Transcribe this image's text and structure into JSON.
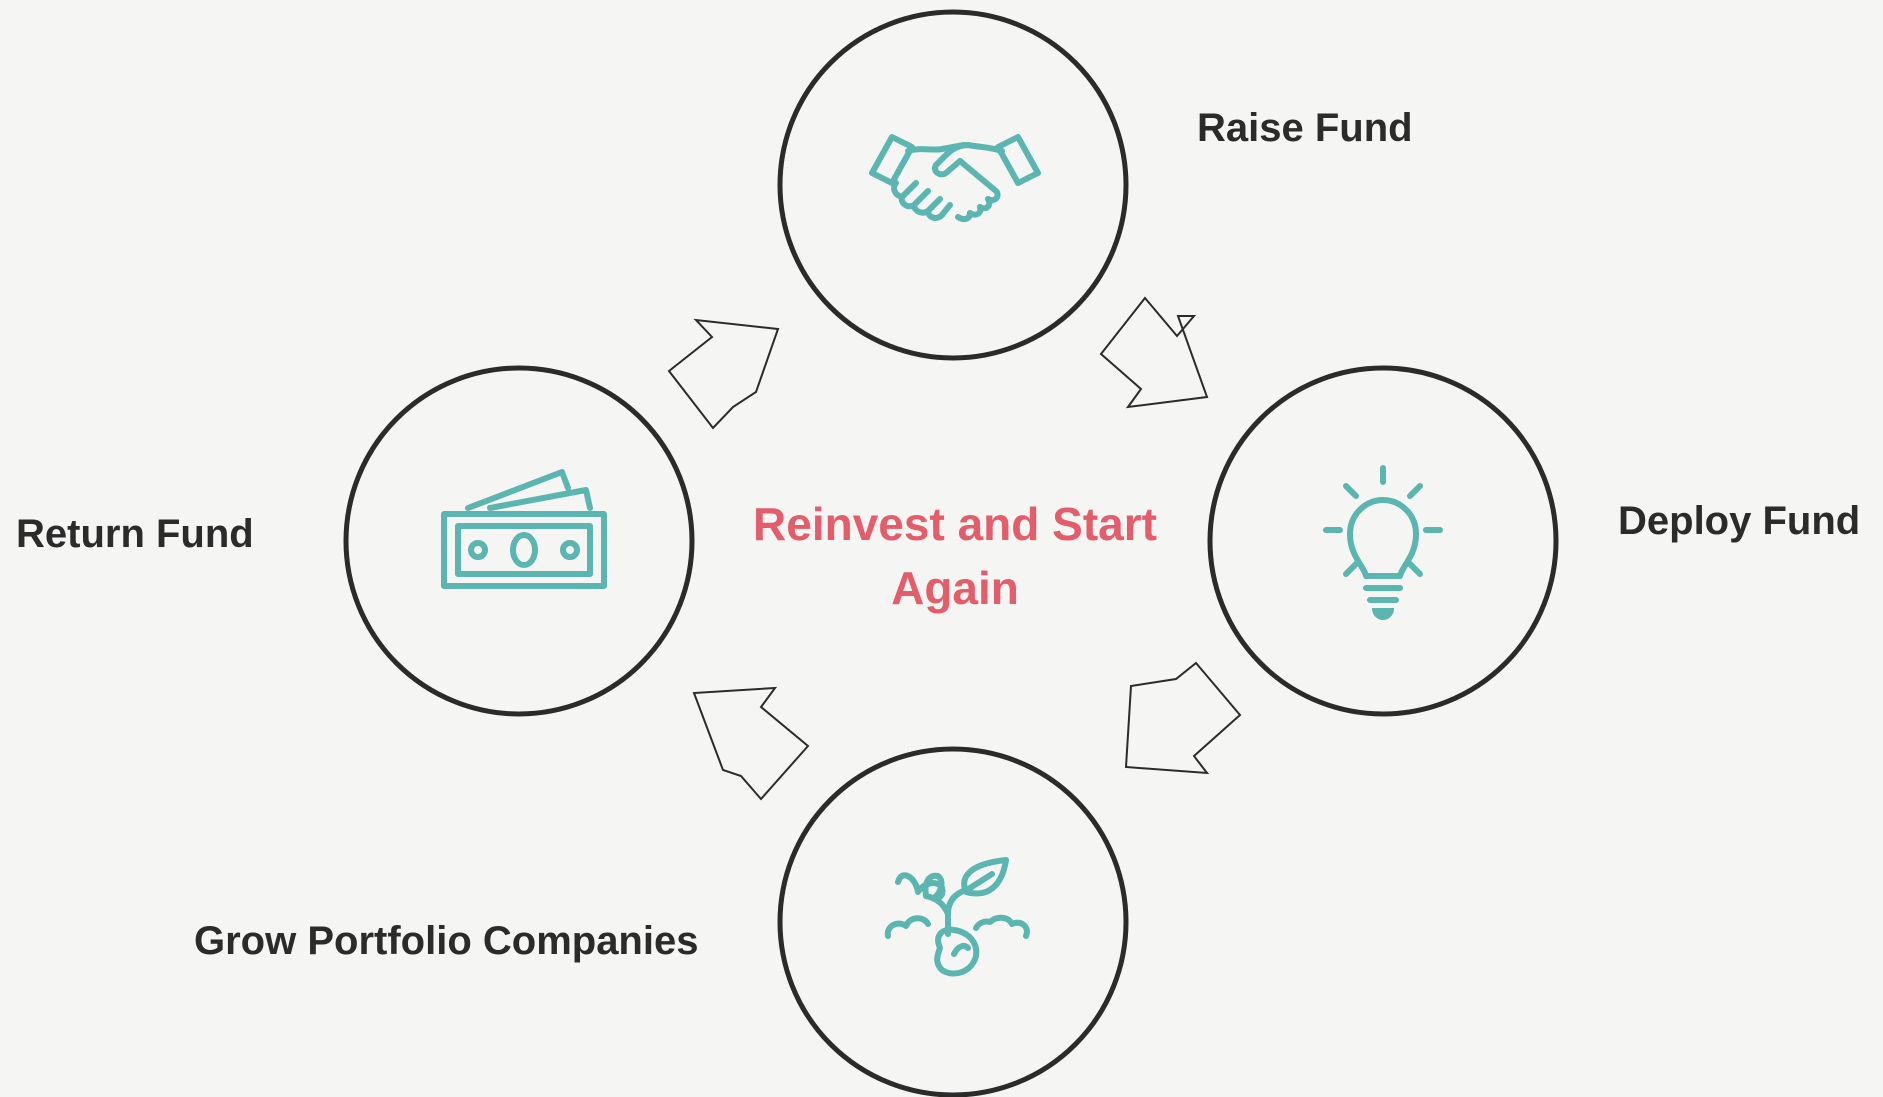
{
  "diagram": {
    "center_text": "Reinvest and Start Again",
    "stages": [
      {
        "label": "Raise Fund",
        "icon": "handshake-icon"
      },
      {
        "label": "Deploy Fund",
        "icon": "lightbulb-icon"
      },
      {
        "label": "Grow Portfolio Companies",
        "icon": "sprout-icon"
      },
      {
        "label": "Return Fund",
        "icon": "money-icon"
      }
    ],
    "colors": {
      "accent": "#5bb5b0",
      "center_text": "#e35d6a",
      "outline": "#2b2b2b",
      "background": "#f5f5f3"
    }
  }
}
